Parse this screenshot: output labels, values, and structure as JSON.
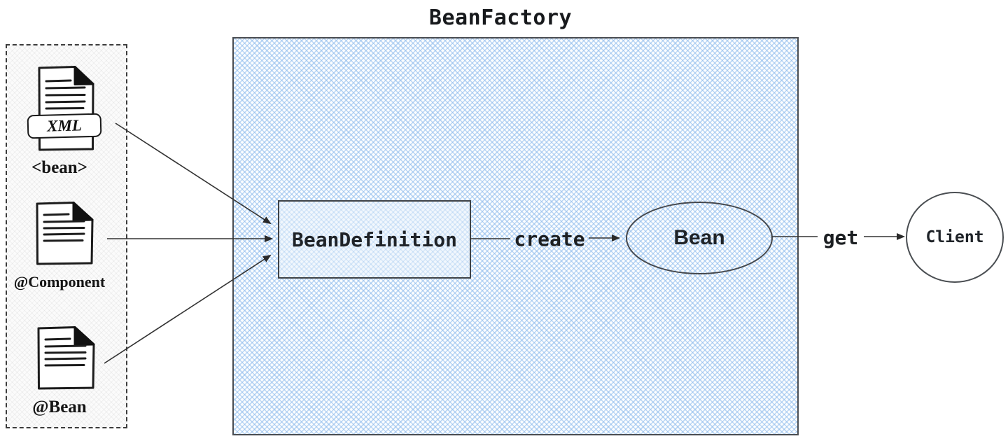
{
  "title": "BeanFactory",
  "sources": {
    "items": [
      {
        "id": "xml",
        "badge": "XML",
        "label": "<bean>"
      },
      {
        "id": "component",
        "label": "@Component"
      },
      {
        "id": "bean",
        "label": "@Bean"
      }
    ]
  },
  "nodes": {
    "bean_definition": {
      "label": "BeanDefinition"
    },
    "bean": {
      "label": "Bean"
    },
    "client": {
      "label": "Client"
    }
  },
  "edges": {
    "create": {
      "label": "create",
      "from": "BeanDefinition",
      "to": "Bean"
    },
    "get": {
      "label": "get",
      "from": "Bean",
      "to": "Client"
    }
  },
  "colors": {
    "factory_hatch_blue": "#bcd7f3",
    "panel_hatch_gray": "#e9e9e9",
    "bean_definition_fill": "#f1f7fd",
    "stroke_dark": "#3f4347",
    "arrow": "#333333",
    "text": "#1f2328"
  }
}
